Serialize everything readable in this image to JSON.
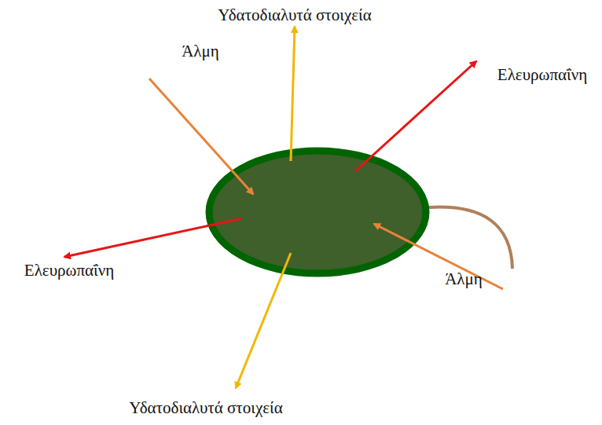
{
  "diagram": {
    "labels": [
      "Υδατοδιαλυτά στοιχεία",
      "Άλμη",
      "Ελευρωπαΐνη",
      "Ελευρωπαΐνη",
      "Άλμη",
      "Υδατοδιαλυτά στοιχεία"
    ]
  }
}
